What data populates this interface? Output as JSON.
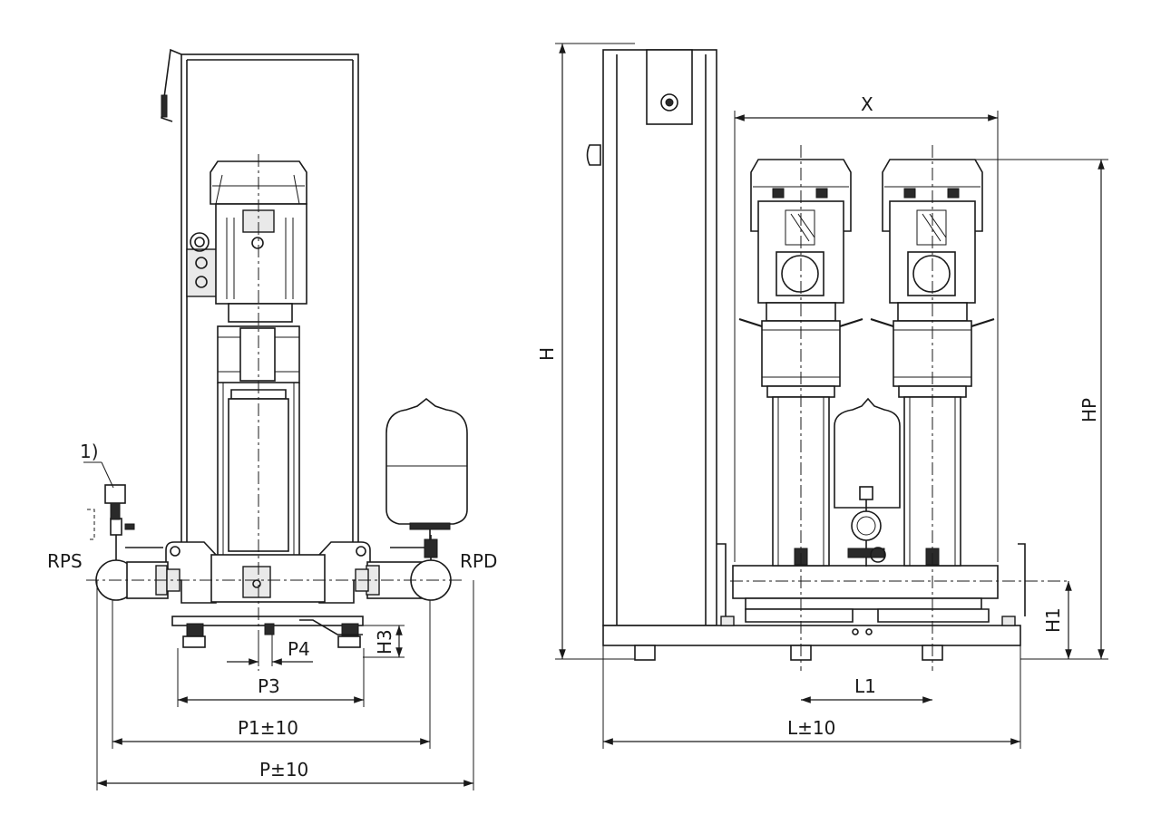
{
  "labels": {
    "footnote_marker": "1)",
    "suction_port": "RPS",
    "discharge_port": "RPD",
    "dim_p": "P±10",
    "dim_p1": "P1±10",
    "dim_p3": "P3",
    "dim_p4": "P4",
    "dim_h3": "H3",
    "dim_h": "H",
    "dim_hp": "HP",
    "dim_h1": "H1",
    "dim_x": "X",
    "dim_l": "L±10",
    "dim_l1": "L1"
  }
}
